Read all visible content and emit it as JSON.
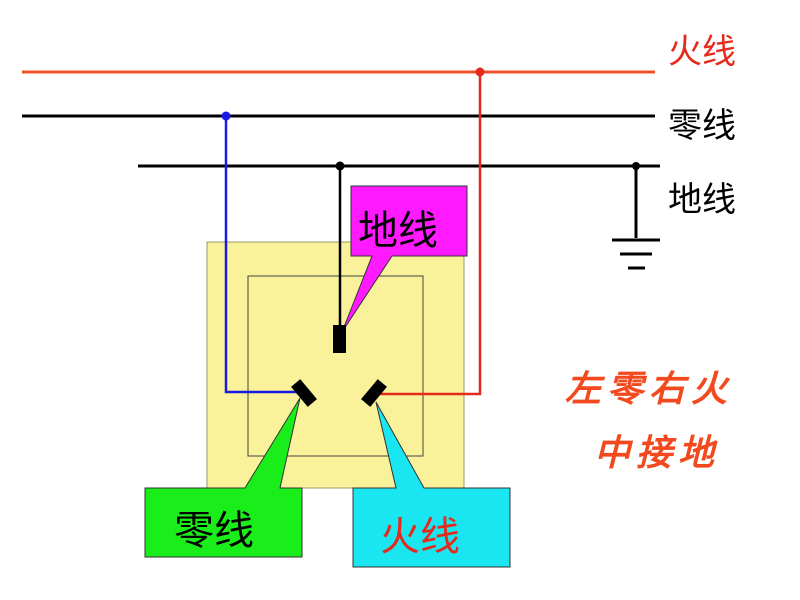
{
  "lines": {
    "live": {
      "label": "火线",
      "color": "#e52a1c"
    },
    "neutral": {
      "label": "零线",
      "color": "#000000"
    },
    "ground": {
      "label": "地线",
      "color": "#000000"
    }
  },
  "colors": {
    "neutral_wire": "#1a1ae6",
    "live_wire": "#e52a1c",
    "socket_fill": "#faf29a",
    "ground_callout": "#ff1aff",
    "neutral_callout": "#1aee1a",
    "live_callout": "#1ae6f2"
  },
  "callouts": {
    "ground": "地线",
    "neutral": "零线",
    "live": "火线"
  },
  "rule": {
    "line1": "左零右火",
    "line2": "中接地"
  }
}
